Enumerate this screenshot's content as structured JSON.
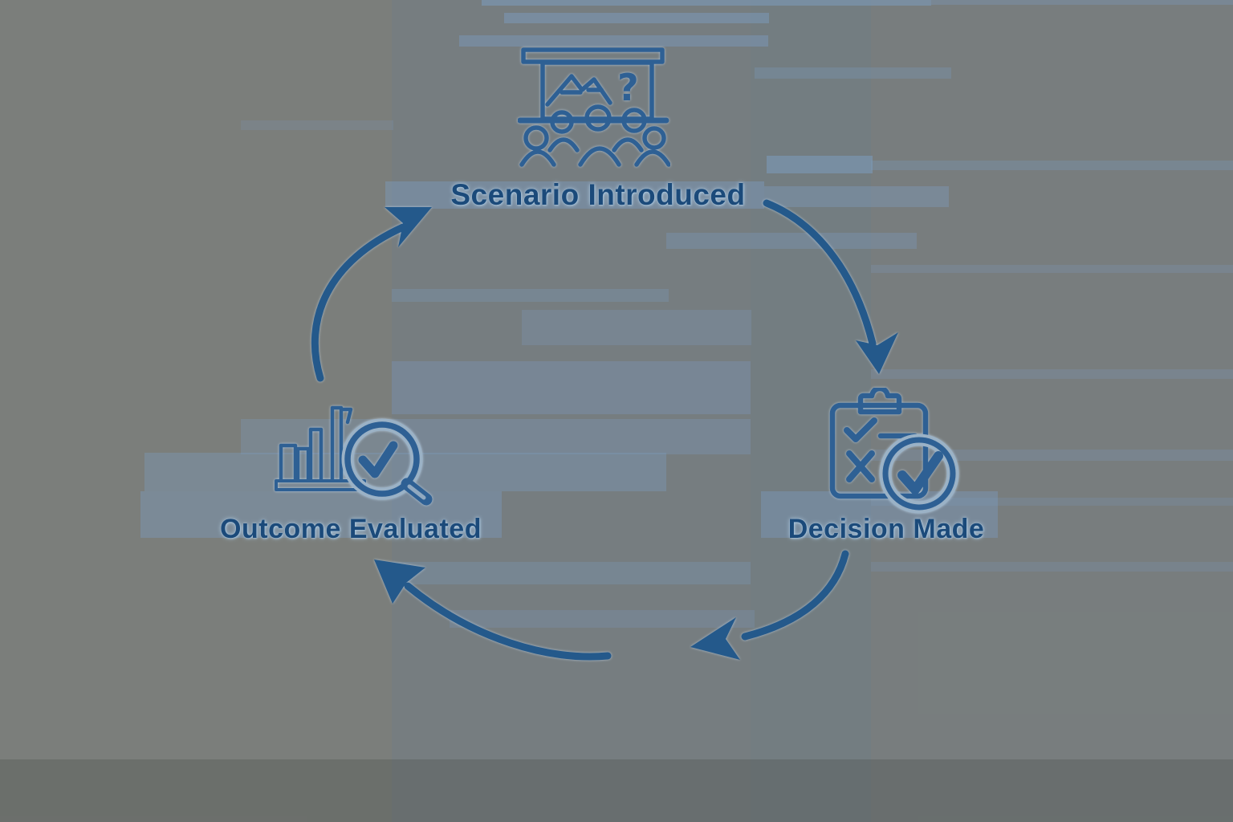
{
  "diagram": {
    "type": "cycle",
    "direction": "clockwise",
    "nodes": [
      {
        "id": "scenario",
        "label": "Scenario Introduced",
        "icon": "presentation-audience-icon",
        "position": "top"
      },
      {
        "id": "decision",
        "label": "Decision Made",
        "icon": "clipboard-checklist-icon",
        "position": "right"
      },
      {
        "id": "outcome",
        "label": "Outcome Evaluated",
        "icon": "bar-chart-magnifier-icon",
        "position": "left"
      }
    ],
    "arrows": [
      {
        "from": "scenario",
        "to": "decision",
        "position": "top-right"
      },
      {
        "from": "decision",
        "to": "outcome",
        "position": "bottom-right"
      },
      {
        "from": "decision",
        "to": "outcome",
        "position": "bottom-left"
      },
      {
        "from": "outcome",
        "to": "scenario",
        "position": "left"
      }
    ],
    "icon_glyphs": {
      "presentation_question_mark": "?"
    },
    "colors": {
      "label_text": "#1b4a7a",
      "label_glow": "#b9d0e2",
      "icon_stroke": "#2e6094",
      "arrow_fill": "#24598b",
      "background_base": "#7b7e7b",
      "background_streak": "#7c9cbe",
      "halo_ring": "#9bb2c6"
    }
  }
}
